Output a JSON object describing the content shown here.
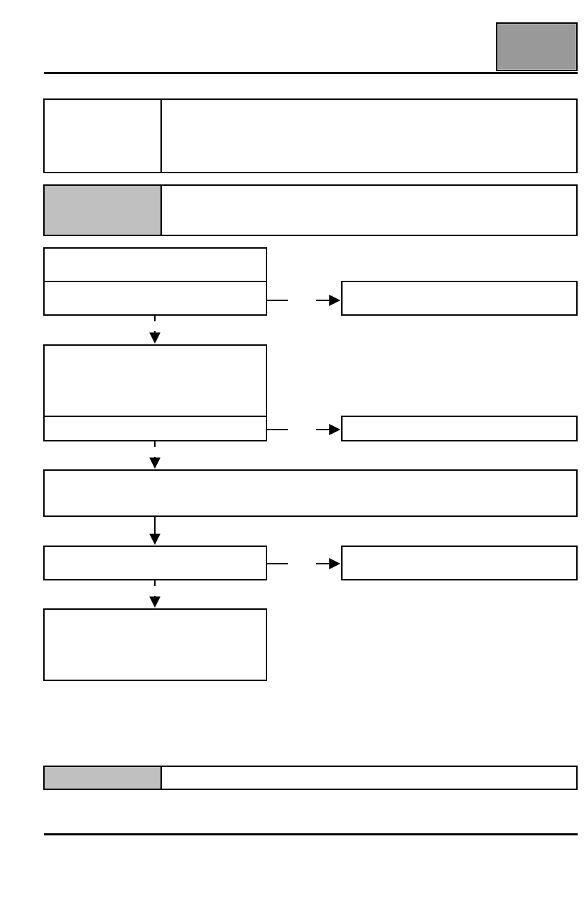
{
  "header": {
    "tab_color": "#999999",
    "tab_label": "",
    "rule_color": "#000000"
  },
  "info_block": {
    "label": "",
    "text": ""
  },
  "gray_block": {
    "label_bg": "#c0c0c0",
    "label": "",
    "text": ""
  },
  "steps": [
    {
      "id": "s1a",
      "text": ""
    },
    {
      "id": "s1b",
      "text": ""
    },
    {
      "id": "r1",
      "text": ""
    },
    {
      "id": "s2a",
      "text": ""
    },
    {
      "id": "s2b",
      "text": ""
    },
    {
      "id": "r2",
      "text": ""
    },
    {
      "id": "s3",
      "text": ""
    },
    {
      "id": "s4",
      "text": ""
    },
    {
      "id": "r4",
      "text": ""
    },
    {
      "id": "s5",
      "text": ""
    }
  ],
  "footer_block": {
    "label_bg": "#c0c0c0",
    "label": "",
    "text": ""
  }
}
